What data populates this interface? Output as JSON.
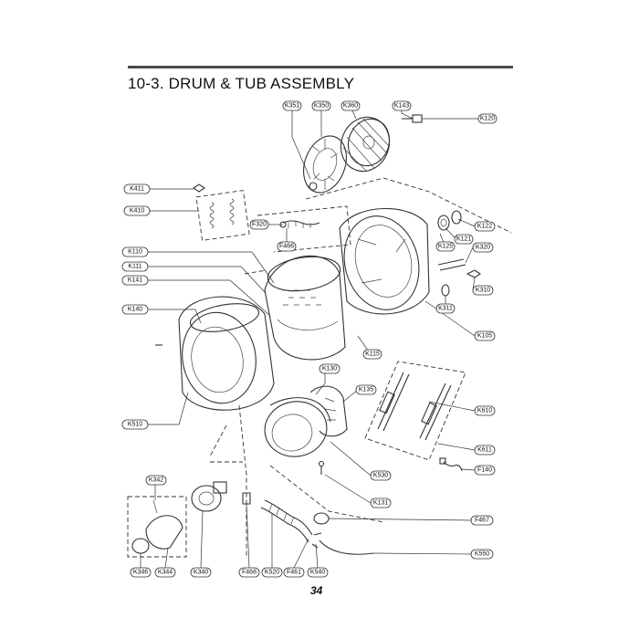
{
  "page": {
    "title": "10-3. DRUM & TUB ASSEMBLY",
    "page_number": "34"
  },
  "labels": {
    "K351": "K351",
    "K350": "K350",
    "K360": "K360",
    "K143": "K143",
    "K120": "K120",
    "K411": "K411",
    "K410": "K410",
    "F320": "F320",
    "F466": "F466",
    "K122": "K122",
    "K121": "K121",
    "K125": "K125",
    "K320": "K320",
    "K110": "K110",
    "K111": "K111",
    "K141": "K141",
    "K140": "K140",
    "K310": "K310",
    "K311": "K311",
    "K105": "K105",
    "K115": "K115",
    "K130": "K130",
    "K135": "K135",
    "K610": "K610",
    "K510": "K510",
    "K611": "K611",
    "F140": "F140",
    "K530": "K530",
    "K131": "K131",
    "K342": "K342",
    "F467": "F467",
    "K550": "K550",
    "K346": "K346",
    "K344": "K344",
    "K340": "K340",
    "F468": "F468",
    "K520": "K520",
    "F461": "F461",
    "K540": "K540"
  }
}
